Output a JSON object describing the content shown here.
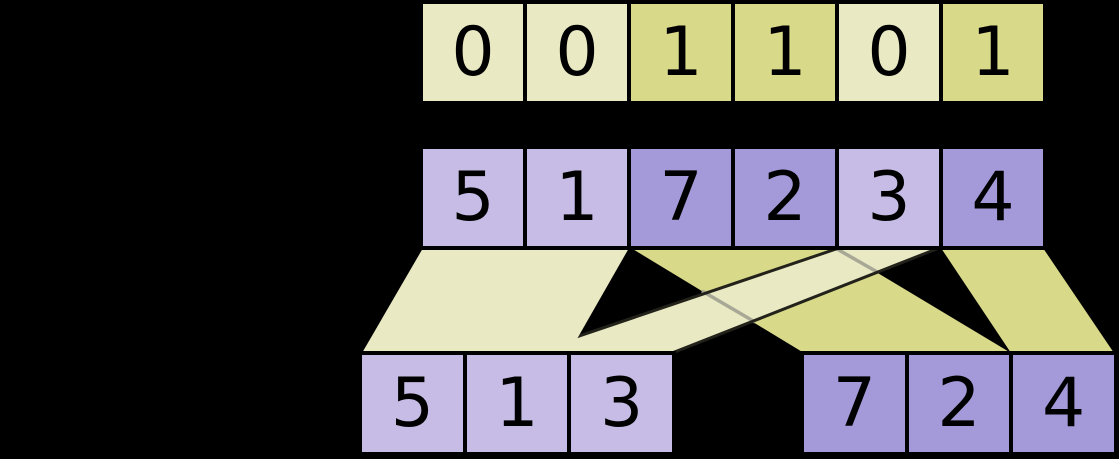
{
  "colors": {
    "background": "#000000",
    "flag_zero_fill": "#e9e9c3",
    "flag_one_fill": "#d9d98a",
    "value_light_fill": "#c6bce5",
    "value_dark_fill": "#a49ad9",
    "digit": "#000000",
    "ribbon_outline": "#22221a",
    "occluded_edge": "#a8a896"
  },
  "flags_row": {
    "cells": [
      {
        "value": "0",
        "tone": "light"
      },
      {
        "value": "0",
        "tone": "light"
      },
      {
        "value": "1",
        "tone": "dark"
      },
      {
        "value": "1",
        "tone": "dark"
      },
      {
        "value": "0",
        "tone": "light"
      },
      {
        "value": "1",
        "tone": "dark"
      }
    ]
  },
  "values_row": {
    "cells": [
      {
        "value": "5",
        "tone": "light"
      },
      {
        "value": "1",
        "tone": "light"
      },
      {
        "value": "7",
        "tone": "dark"
      },
      {
        "value": "2",
        "tone": "dark"
      },
      {
        "value": "3",
        "tone": "light"
      },
      {
        "value": "4",
        "tone": "dark"
      }
    ]
  },
  "output_left_row": {
    "cells": [
      {
        "value": "5",
        "tone": "light"
      },
      {
        "value": "1",
        "tone": "light"
      },
      {
        "value": "3",
        "tone": "light"
      }
    ]
  },
  "output_right_row": {
    "cells": [
      {
        "value": "7",
        "tone": "dark"
      },
      {
        "value": "2",
        "tone": "dark"
      },
      {
        "value": "4",
        "tone": "dark"
      }
    ]
  }
}
